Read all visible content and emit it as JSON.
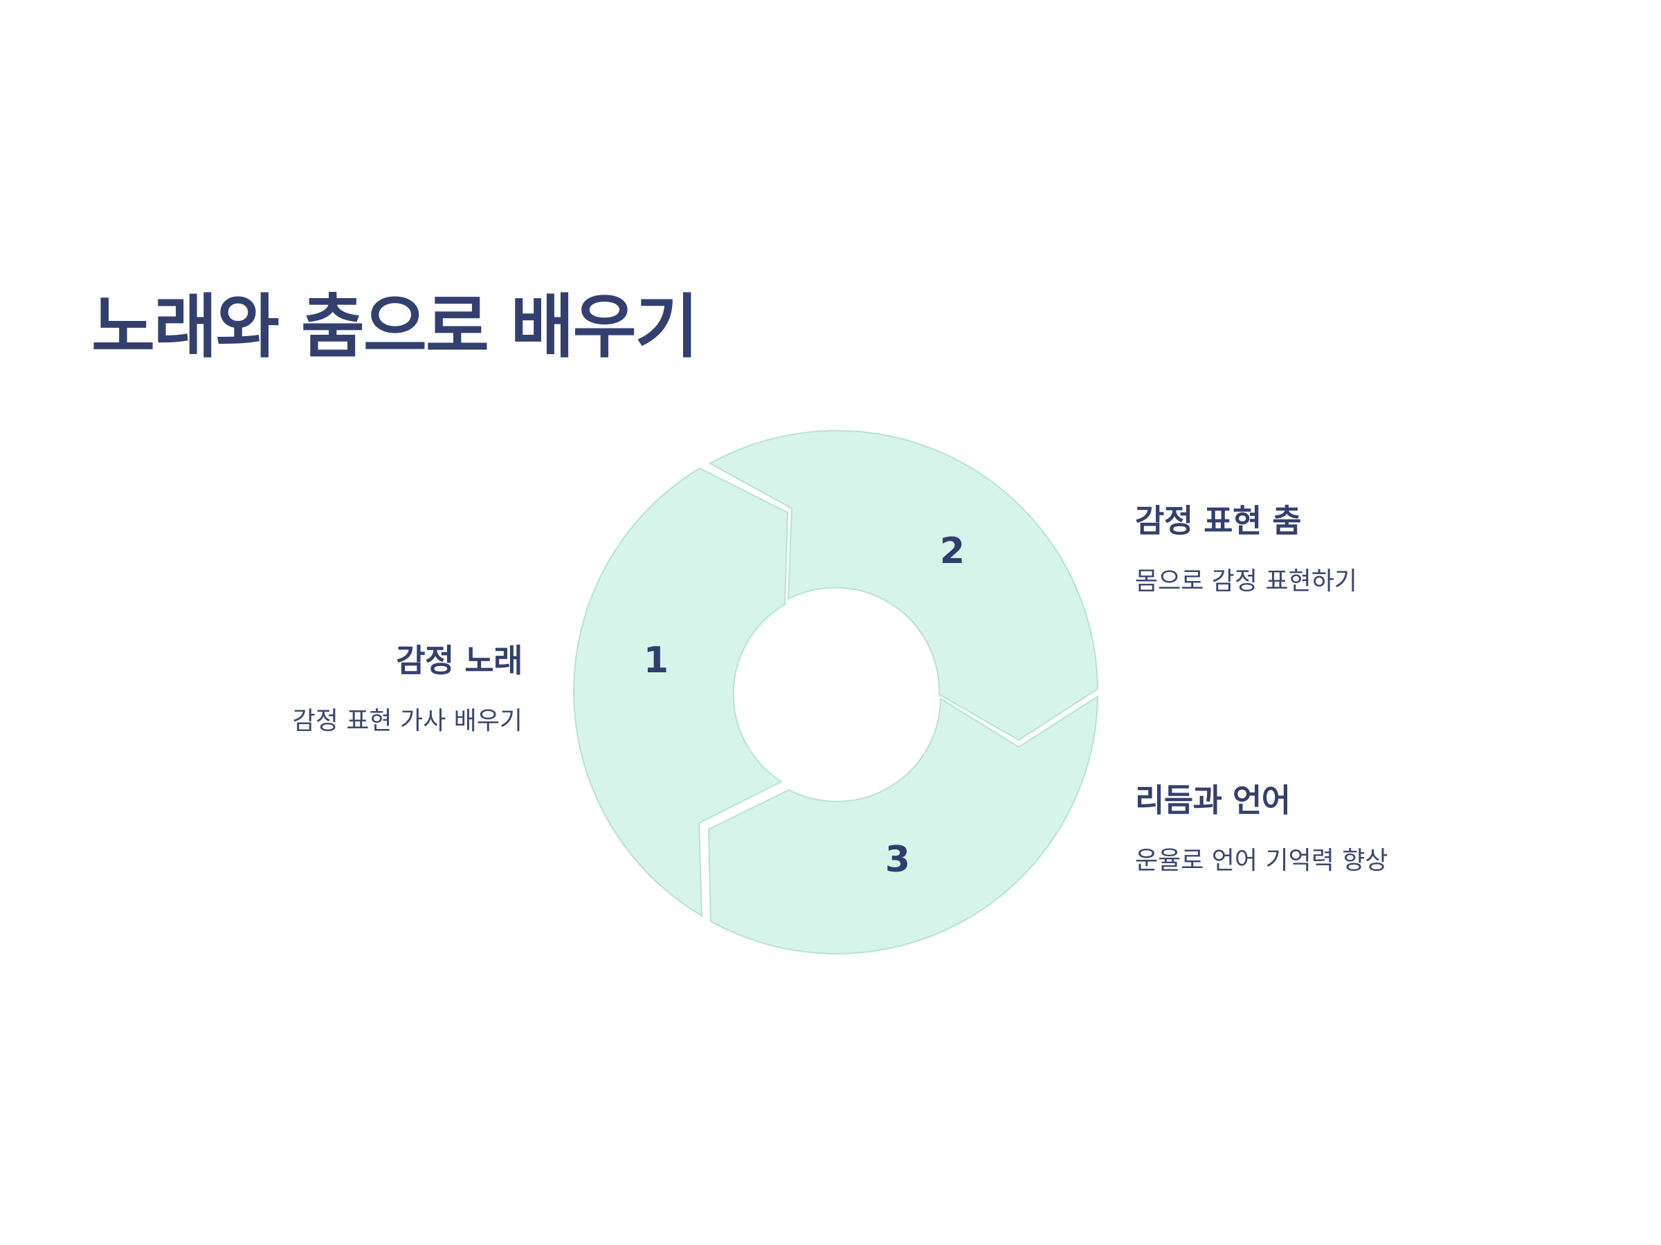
{
  "title": "노래와 춤으로 배우기",
  "colors": {
    "segment_fill": "#d6f4ea",
    "segment_stroke": "#b7e3d3",
    "text_primary": "#33406f"
  },
  "steps": [
    {
      "number": "1",
      "heading": "감정 노래",
      "description": "감정 표현 가사 배우기"
    },
    {
      "number": "2",
      "heading": "감정 표현 춤",
      "description": "몸으로 감정 표현하기"
    },
    {
      "number": "3",
      "heading": "리듬과 언어",
      "description": "운율로 언어 기억력 향상"
    }
  ]
}
